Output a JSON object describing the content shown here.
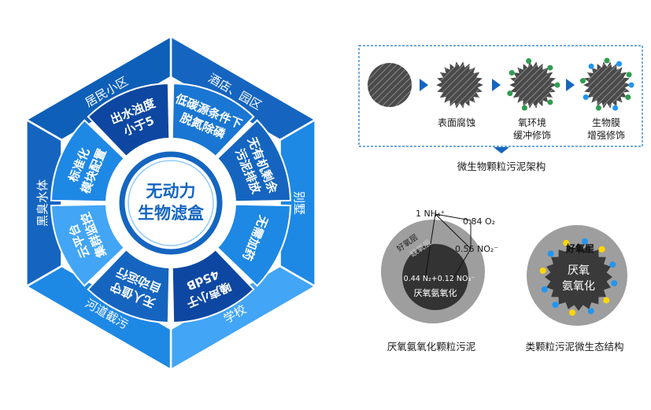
{
  "colors": {
    "outer_dark": "#1565c0",
    "outer_mid": "#1e88e5",
    "outer_light": "#42a5f5",
    "ring_dark": "#0d47a1",
    "ring_mid": "#1976d2",
    "ring_light": "#64b5f6",
    "center_ring": "#1565c0",
    "center_text": "#1565c0",
    "arrow": "#1565c0",
    "frame": "#1976d2",
    "floc_dark": "#444444",
    "floc_gray": "#9e9e9e",
    "dot_green": "#2e9e4f",
    "dot_blue": "#2196f3",
    "dot_yellow": "#ffd600"
  },
  "hexagon": {
    "center_title_line1": "无动力",
    "center_title_line2": "生物滤盒",
    "outer_labels": [
      "酒店、园区",
      "别墅",
      "学校",
      "河道截污",
      "黑臭水体",
      "居民小区"
    ],
    "inner_segments": [
      {
        "line1": "低碳源条件下",
        "line2": "脱氮除磷"
      },
      {
        "line1": "无有机剩余",
        "line2": "污泥排放"
      },
      {
        "line1": "无需加药",
        "line2": ""
      },
      {
        "line1": "噪声小于",
        "line2": "45dB"
      },
      {
        "line1": "无人值守",
        "line2": "自动运行"
      },
      {
        "line1": "云平台",
        "line2": "集群监控"
      },
      {
        "line1": "标准化",
        "line2": "模块配置"
      },
      {
        "line1": "出水浊度",
        "line2": "小于5"
      }
    ]
  },
  "process": {
    "steps": [
      {
        "line1": "表面腐蚀",
        "line2": ""
      },
      {
        "line1": "氧环境",
        "line2": "缓冲修饰"
      },
      {
        "line1": "生物膜",
        "line2": "增强修饰"
      }
    ],
    "caption": "微生物颗粒污泥架构"
  },
  "granule_left": {
    "formula_nh4": "1 NH₄⁺",
    "formula_o2": "0.84 O₂",
    "formula_no2": "0.56 NO₂⁻",
    "layer_outer": "好氧层",
    "layer_middle": "缺氧层",
    "layer_inner_formula": "0.44 N₂+0.12 NO₃⁻",
    "core_label": "厌氧氨氧化",
    "caption": "厌氧氨氧化颗粒污泥"
  },
  "granule_right": {
    "layer_label": "好氧层",
    "core_line1": "厌氧",
    "core_line2": "氨氧化",
    "caption": "类颗粒污泥微生态结构"
  }
}
